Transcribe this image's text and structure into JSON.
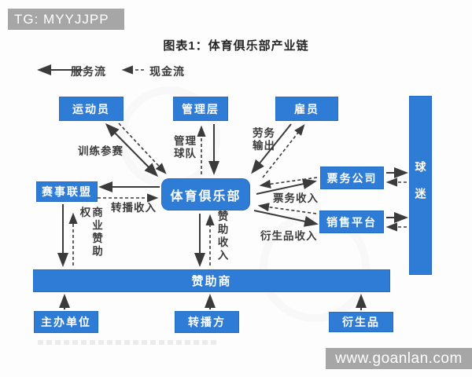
{
  "header": {
    "tag_label": "TG: MYYJJPP"
  },
  "title": "图表1：体育俱乐部产业链",
  "legend": {
    "service_flow": {
      "label": "服务流",
      "style": "solid-arrow"
    },
    "cash_flow": {
      "label": "现金流",
      "style": "dashed-arrow"
    }
  },
  "nodes": {
    "athletes": "运动员",
    "management": "管理层",
    "employees": "雇员",
    "league": "赛事联盟",
    "club": "体育俱乐部",
    "ticketing": "票务公司",
    "sales_platform": "销售平台",
    "fans": "球迷",
    "sponsors": "赞助商",
    "organizer": "主办单位",
    "broadcaster": "转播方",
    "derivatives": "衍生品"
  },
  "edge_labels": {
    "training_compete": "训练参赛",
    "manage_team": "管理球队",
    "labor_output": "劳务输出",
    "broadcast_income": "转播收入",
    "ticket_income": "票务收入",
    "derivative_income": "衍生品收入",
    "sponsor_income": "赞助收入",
    "commercial_sponsor_rights": "商业赞助权"
  },
  "watermark": {
    "site": "www.goanlan.com"
  },
  "colors": {
    "box_blue": "#2e7cd6",
    "bar_gray": "#a6a6a6",
    "arrow_dark": "#3b3b3b",
    "background": "#fdfdfd"
  }
}
